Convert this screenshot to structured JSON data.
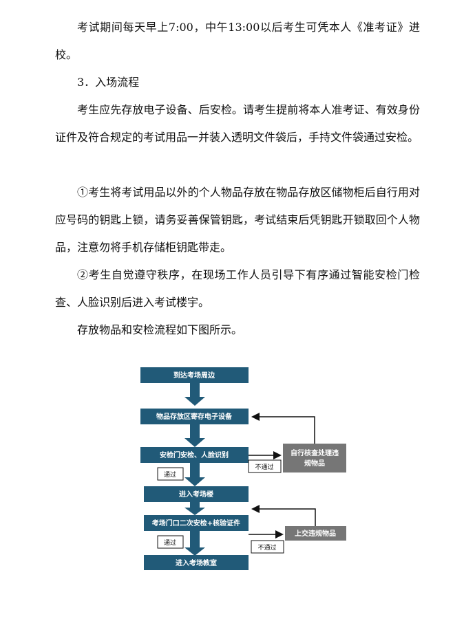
{
  "paragraphs": {
    "p1": "考试期间每天早上7:00，中午13:00以后考生可凭本人《准考证》进校。",
    "p2": "3．入场流程",
    "p3": "考生应先存放电子设备、后安检。请考生提前将本人准考证、有效身份证件及符合规定的考试用品一并装入透明文件袋后，手持文件袋通过安检。",
    "p4": "①考生将考试用品以外的个人物品存放在物品存放区储物柜后自行用对应号码的钥匙上锁，请务妥善保管钥匙，考试结束后凭钥匙开锁取回个人物品，注意勿将手机存储柜钥匙带走。",
    "p5": "②考生自觉遵守秩序，在现场工作人员引导下有序通过智能安检门检查、人脸识别后进入考试楼宇。",
    "p6": "存放物品和安检流程如下图所示。"
  },
  "flowchart": {
    "step1": "到达考场周边",
    "step2": "物品存放区寄存电子设备",
    "step3": "安检门安检、人脸识别",
    "step4": "进入考场楼",
    "step5": "考场门口二次安检+核验证件",
    "step6": "进入考场教室",
    "side1_line1": "自行核查处理违",
    "side1_line2": "规物品",
    "side2": "上交违规物品",
    "pass1": "通过",
    "pass2": "通过",
    "fail1": "不通过",
    "fail2": "不通过",
    "colors": {
      "box": "#215a78",
      "side": "#767676",
      "line": "#111111"
    }
  }
}
